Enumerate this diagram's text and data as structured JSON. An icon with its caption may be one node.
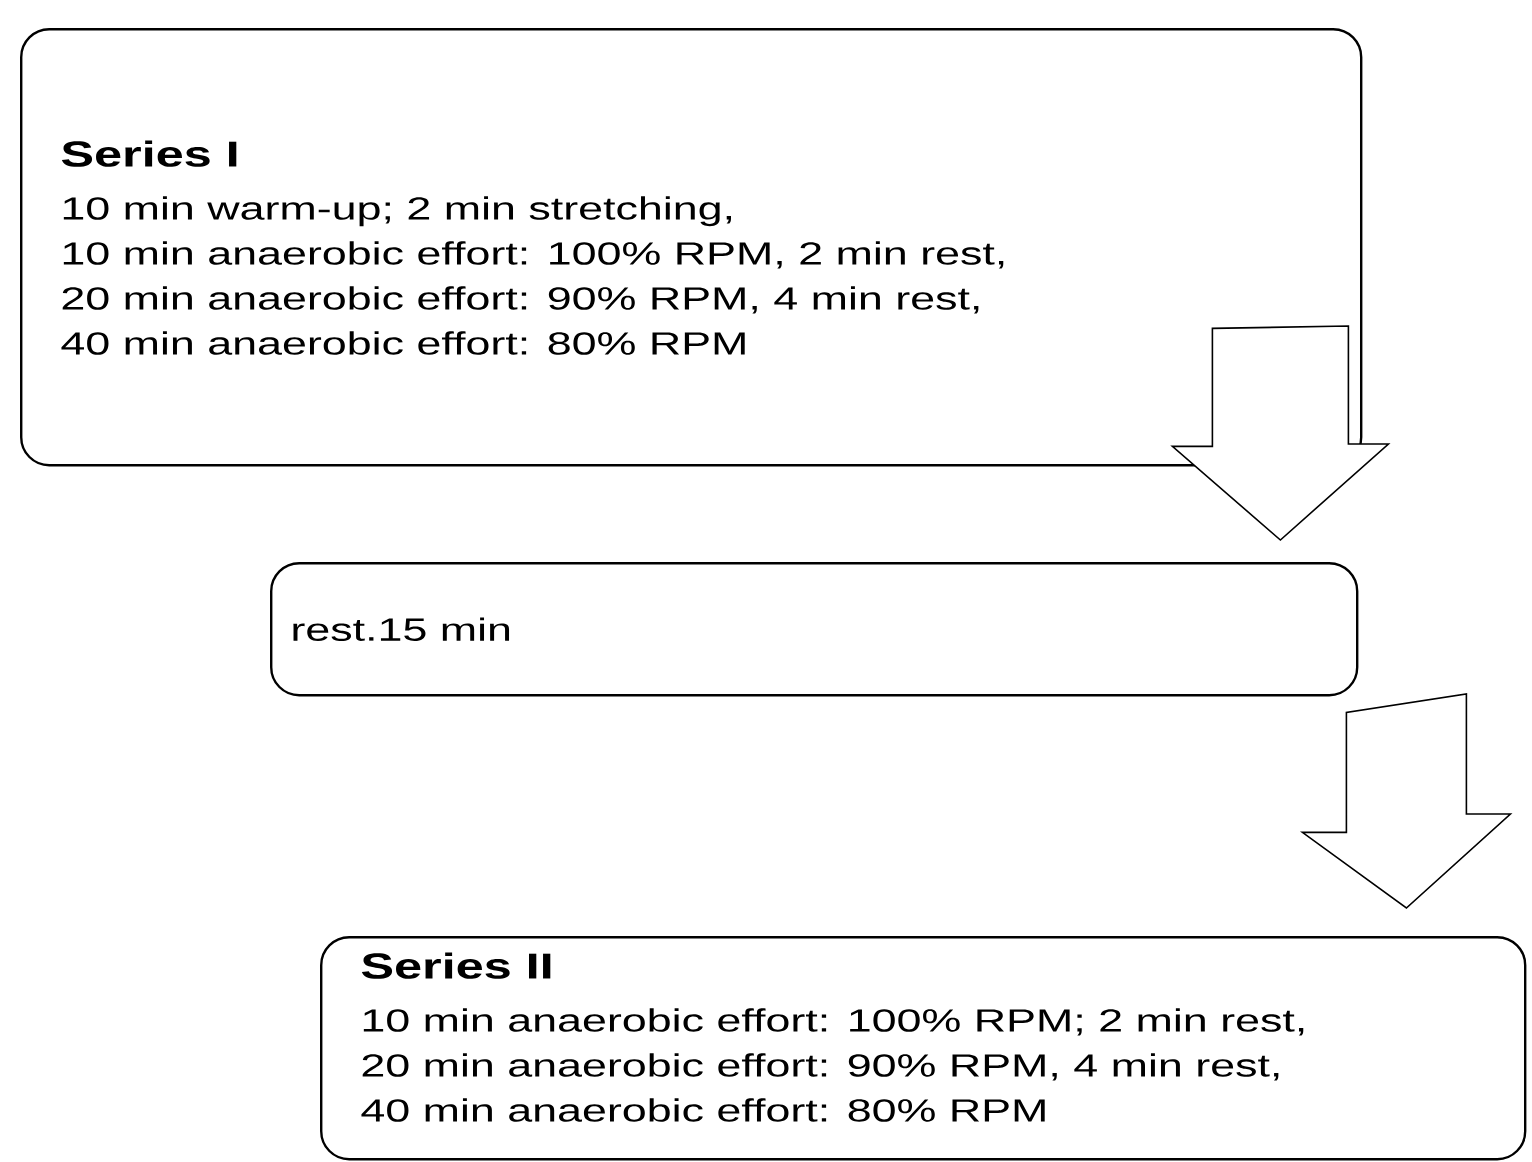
{
  "diagram": {
    "nodes": [
      {
        "text": [
          "Series I",
          "10 min warm-up; 2 min stretching,",
          "10 min anaerobic effort: 100% RPM, 2 min  rest,",
          "20 min anaerobic effort: 90% RPM, 4 min  rest,",
          "40 min anaerobic effort: 80% RPM"
        ]
      },
      {
        "text": [
          "rest.15 min"
        ]
      },
      {
        "text": [
          "Series II",
          "10 min anaerobic effort: 100% RPM; 2 min  rest,",
          "20 min anaerobic effort: 90% RPM, 4 min  rest,",
          "40 min anaerobic effort: 80% RPM"
        ]
      }
    ],
    "edges": [
      {
        "from": 0,
        "to": 1,
        "arrow": "to"
      },
      {
        "from": 1,
        "to": 2,
        "arrow": "to"
      }
    ]
  }
}
